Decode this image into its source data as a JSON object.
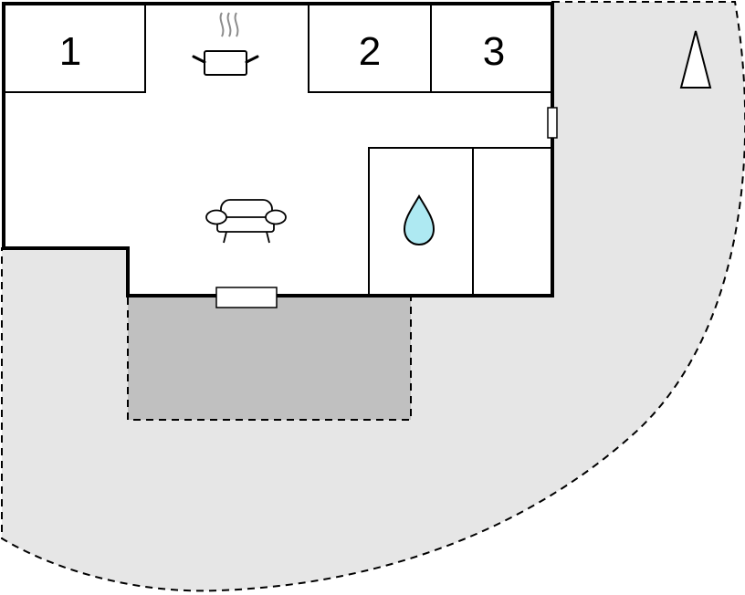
{
  "rooms": [
    {
      "label": "1"
    },
    {
      "label": "2"
    },
    {
      "label": "3"
    }
  ],
  "icons": {
    "kitchen": "cooking-pot-icon",
    "living": "sofa-icon",
    "bathroom": "water-drop-icon",
    "north": "north-arrow-icon"
  },
  "colors": {
    "garden": "#e6e6e6",
    "terrace": "#c0c0c0",
    "wall": "#000000",
    "water": "#aee9f2",
    "steam": "#8c8c8c"
  }
}
